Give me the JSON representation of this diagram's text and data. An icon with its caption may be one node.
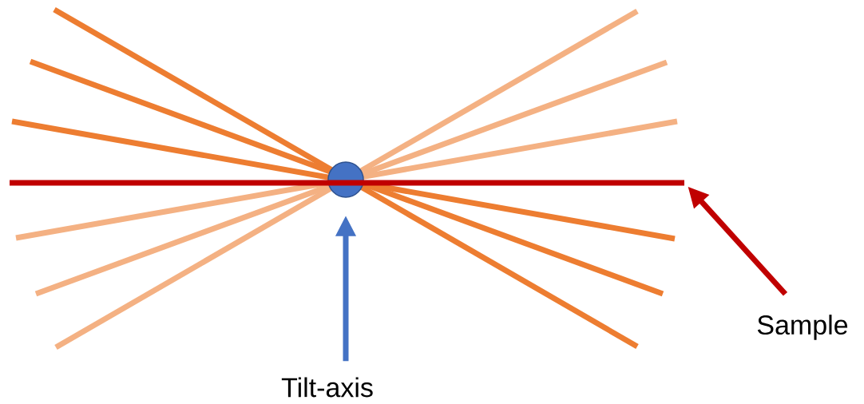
{
  "diagram": {
    "nodes": [
      {
        "text": [],
        "shape": "circle"
      },
      {
        "text": [
          "Tilt-axis"
        ]
      },
      {
        "text": [],
        "shape": "bar"
      },
      {
        "text": [
          "Sample"
        ]
      }
    ],
    "edges": [
      {
        "from": 1,
        "to": 0,
        "arrow": "to",
        "color": "#4472c4"
      },
      {
        "from": 3,
        "to": 2,
        "arrow": "to",
        "color": "#c00000"
      }
    ]
  }
}
